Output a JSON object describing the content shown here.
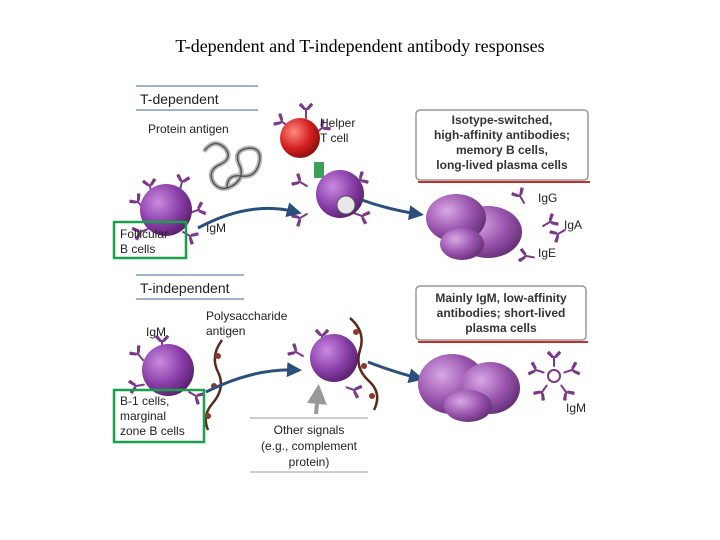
{
  "slide": {
    "title": "T-dependent and T-independent antibody responses"
  },
  "colors": {
    "green_box": "#1aa04a",
    "b_cell": "#8a3fa8",
    "helper_t": "#d42020",
    "plasma": "#8c4a9a",
    "arrow": "#2a4f7c",
    "antibody": "#7a3a88"
  },
  "top": {
    "header": "T-dependent",
    "protein_antigen": "Protein antigen",
    "helper_line1": "Helper",
    "helper_line2": "T cell",
    "igm": "IgM",
    "cell_box": [
      "Follicular",
      "B cells"
    ],
    "result_box": [
      "Isotype-switched,",
      "high-affinity antibodies;",
      "memory B cells,",
      "long-lived plasma cells"
    ],
    "igg": "IgG",
    "iga": "IgA",
    "ige": "IgE"
  },
  "bottom": {
    "header": "T-independent",
    "igm_left": "IgM",
    "poly_line1": "Polysaccharide",
    "poly_line2": "antigen",
    "cell_box": [
      "B-1 cells,",
      "marginal",
      "zone B cells"
    ],
    "signals_box": [
      "Other signals",
      "(e.g., complement",
      "protein)"
    ],
    "result_box": [
      "Mainly IgM, low-affinity",
      "antibodies; short-lived",
      "plasma cells"
    ],
    "igm_right": "IgM"
  }
}
